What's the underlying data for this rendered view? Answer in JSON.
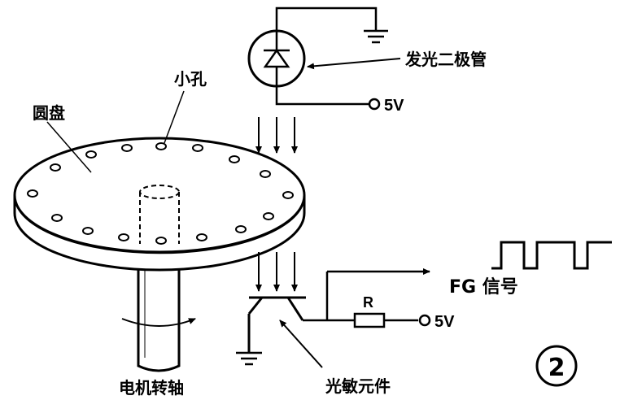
{
  "figure": {
    "number": "2"
  },
  "labels": {
    "disk": "圆盘",
    "hole": "小孔",
    "led": "发光二极管",
    "voltage_top": "5V",
    "fg_signal": "FG 信号",
    "resistor": "R",
    "voltage_bottom": "5V",
    "phototransistor": "光敏元件",
    "motor_shaft": "电机转轴"
  }
}
